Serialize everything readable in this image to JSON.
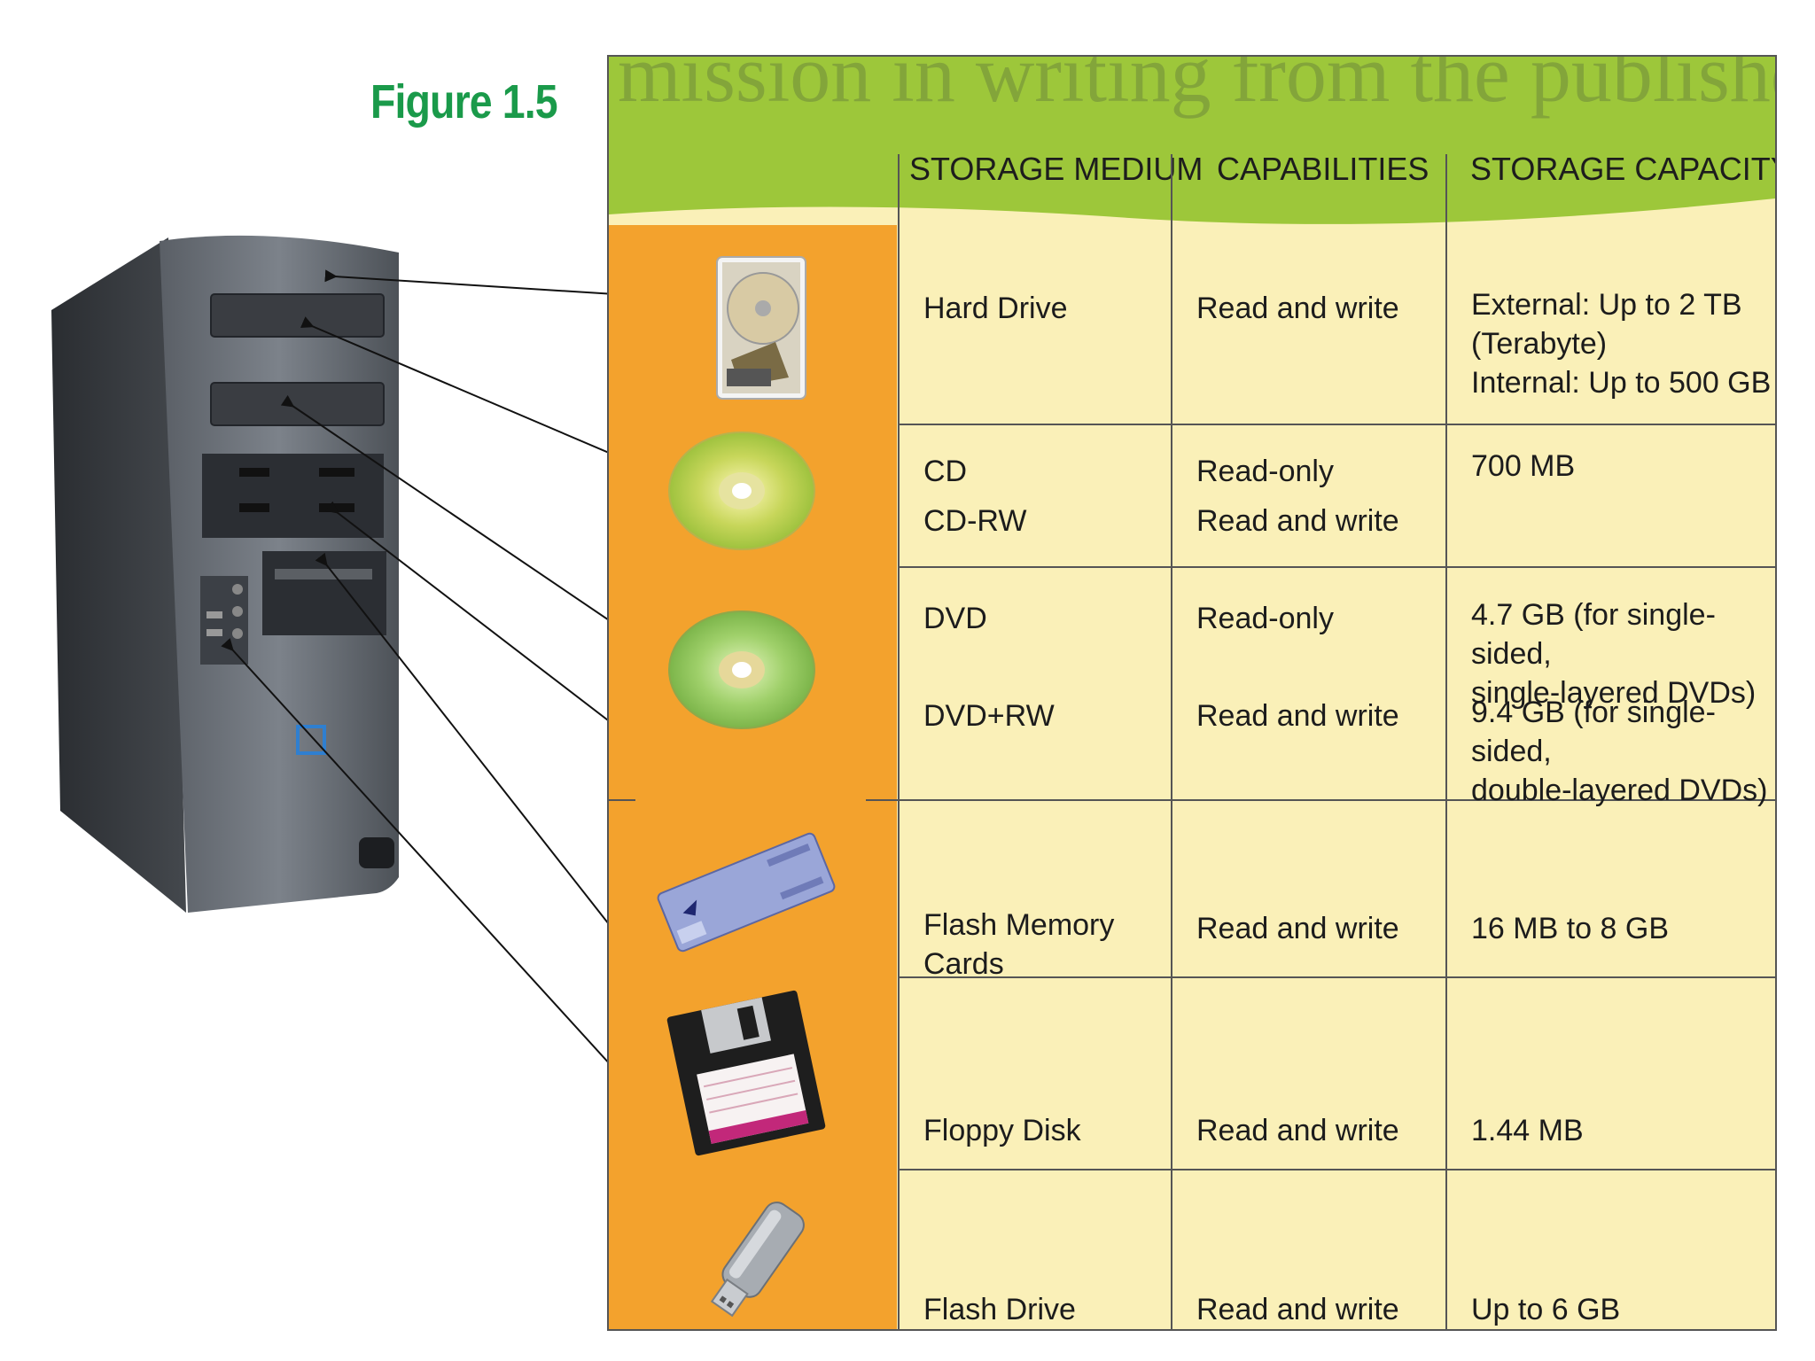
{
  "figure": {
    "label": "Figure 1.5"
  },
  "header": {
    "ghost_text": "mission in writing from the publisher."
  },
  "columns": [
    "STORAGE MEDIUM",
    "CAPABILITIES",
    "STORAGE CAPACITY"
  ],
  "rows": [
    {
      "icon": "hard-drive-icon",
      "medium": [
        "Hard Drive"
      ],
      "capabilities": [
        "Read and write"
      ],
      "capacity": [
        "External: Up to 2 TB",
        "(Terabyte)",
        "Internal: Up to 500 GB"
      ]
    },
    {
      "icon": "cd-icon",
      "medium": [
        "CD",
        "CD-RW"
      ],
      "capabilities": [
        "Read-only",
        "Read and write"
      ],
      "capacity": [
        "700 MB"
      ]
    },
    {
      "icon": "dvd-icon",
      "medium": [
        "DVD",
        "DVD+RW"
      ],
      "capabilities": [
        "Read-only",
        "Read and write"
      ],
      "capacity": [
        "4.7 GB (for single-sided,",
        "single-layered DVDs)",
        "9.4 GB (for single-sided,",
        "double-layered DVDs)"
      ]
    },
    {
      "icon": "flash-memory-card-icon",
      "medium": [
        "Flash Memory",
        "Cards"
      ],
      "capabilities": [
        "Read and write"
      ],
      "capacity": [
        "16 MB  to 8 GB"
      ]
    },
    {
      "icon": "floppy-disk-icon",
      "medium": [
        "Floppy Disk"
      ],
      "capabilities": [
        "Read and write"
      ],
      "capacity": [
        "1.44 MB"
      ]
    },
    {
      "icon": "flash-drive-icon",
      "medium": [
        "Flash Drive"
      ],
      "capabilities": [
        "Read and write"
      ],
      "capacity": [
        "Up to 6 GB"
      ]
    }
  ],
  "colors": {
    "header_green": "#9dc73a",
    "strip_orange": "#f3a22d",
    "cell_cream": "#faf0b8",
    "title_green": "#1a9a4a"
  }
}
